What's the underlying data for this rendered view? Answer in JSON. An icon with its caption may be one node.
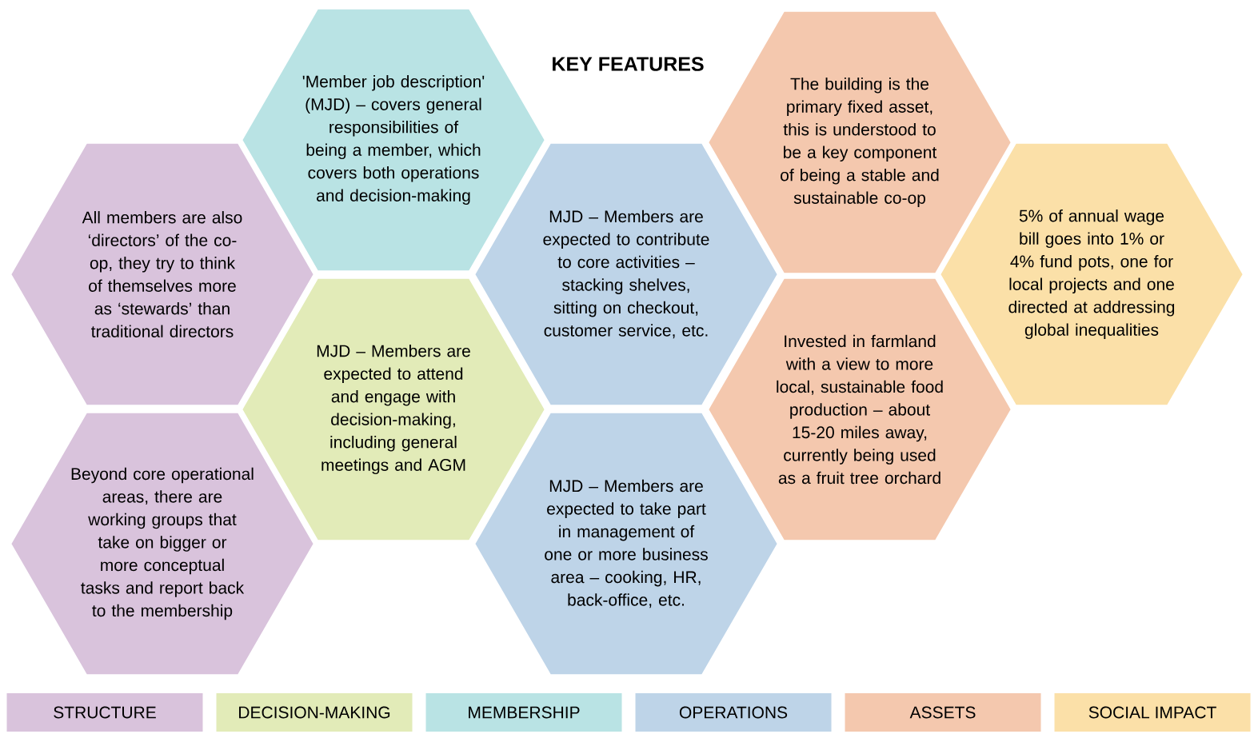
{
  "diagram": {
    "title": "KEY FEATURES",
    "nodes": [
      {
        "text": [
          "All members are also ‘directors’ of the co-op, they try to think of themselves more as ‘stewards’ than traditional directors"
        ]
      },
      {
        "text": [
          "Beyond core operational areas, there are working groups that take on bigger or more conceptual tasks and report back to the membership"
        ]
      },
      {
        "text": [
          "'Member job description' (MJD) – covers general responsibilities of being a member, which covers both operations and decision-making"
        ]
      },
      {
        "text": [
          "MJD – Members are expected to attend and engage with decision-making, including general meetings and AGM"
        ]
      },
      {
        "text": [
          "MJD – Members are expected to contribute to core activities – stacking shelves, sitting on checkout, customer service, etc."
        ]
      },
      {
        "text": [
          "MJD – Members are expected to take part in management of one or more business area – cooking, HR, back-office, etc."
        ]
      },
      {
        "text": [
          "The building is the primary fixed asset, this is understood to be a key component of being a stable and sustainable co-op"
        ]
      },
      {
        "text": [
          "Invested in farmland with a view to more local, sustainable food production – about 15-20 miles away, currently being used as a fruit tree orchard"
        ]
      },
      {
        "text": [
          "5% of annual wage bill goes into 1% or 4% fund pots, one for local projects and one directed at addressing global inequalities"
        ]
      }
    ],
    "legend": [
      {
        "text": "STRUCTURE",
        "color": "#d9c3dc"
      },
      {
        "text": "DECISION-MAKING",
        "color": "#e2ebb8"
      },
      {
        "text": "MEMBERSHIP",
        "color": "#b9e3e4"
      },
      {
        "text": "OPERATIONS",
        "color": "#bed4e8"
      },
      {
        "text": "ASSETS",
        "color": "#f4c8ae"
      },
      {
        "text": "SOCIAL IMPACT",
        "color": "#fbe0a8"
      }
    ]
  }
}
